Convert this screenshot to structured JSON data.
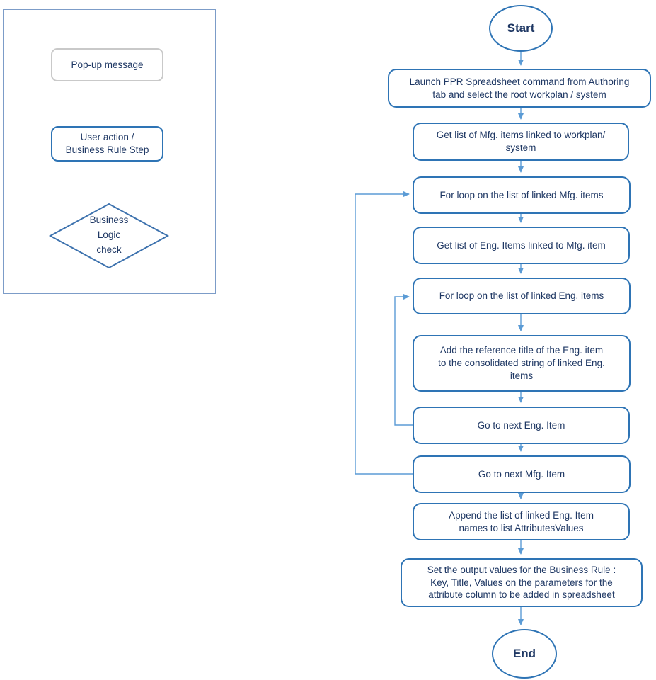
{
  "title": "PPR Spreadsheet business rule flowchart",
  "colors": {
    "node_border": "#2E74B5",
    "connector": "#5B9BD5",
    "text": "#1F3864",
    "popup_border": "#C9C9C9",
    "legend_frame_border": "#7C9CC8"
  },
  "legend": {
    "popup_label": "Pop-up message",
    "user_action_label": "User action /\nBusiness Rule Step",
    "decision_label": "Business\nLogic\ncheck"
  },
  "flowchart": {
    "start_label": "Start",
    "end_label": "End",
    "nodes": [
      {
        "id": "launch-ppr",
        "label": "Launch PPR Spreadsheet command from Authoring\ntab and select the root workplan / system"
      },
      {
        "id": "get-mfg-items",
        "label": "Get list of Mfg. items linked to workplan/\nsystem"
      },
      {
        "id": "for-loop-mfg",
        "label": "For loop on the  list of linked Mfg. items"
      },
      {
        "id": "get-eng-items",
        "label": "Get list of Eng. Items linked to Mfg. item"
      },
      {
        "id": "for-loop-eng",
        "label": "For loop on the  list of linked Eng. items"
      },
      {
        "id": "add-reference-title",
        "label": "Add the reference title of the Eng. item\nto the consolidated string of linked Eng.\nitems"
      },
      {
        "id": "next-eng-item",
        "label": "Go to next Eng. Item"
      },
      {
        "id": "next-mfg-item",
        "label": "Go to next Mfg. Item"
      },
      {
        "id": "append-names",
        "label": "Append the list of linked Eng. Item\nnames to list AttributesValues"
      },
      {
        "id": "set-output",
        "label": "Set the output values for the Business Rule :\nKey, Title, Values on the parameters  for the\nattribute  column to be added in spreadsheet"
      }
    ]
  }
}
